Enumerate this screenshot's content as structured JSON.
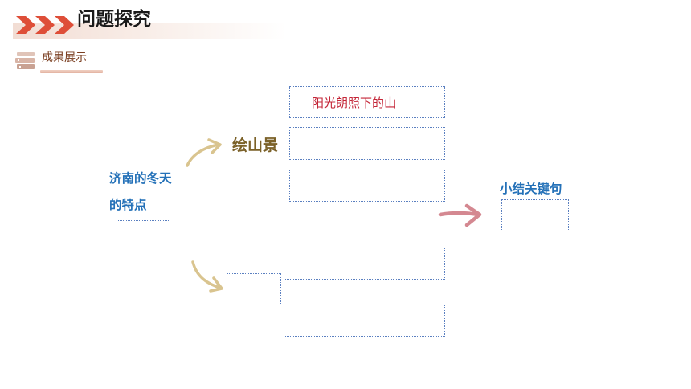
{
  "header": {
    "title": "问题探究",
    "arrows_icon": "triple-chevron-right-icon",
    "accent_color": "#de4e38"
  },
  "section": {
    "label": "成果展示",
    "icon": "books-icon"
  },
  "diagram": {
    "topic_line1": "济南的冬天",
    "topic_line2": "的特点",
    "branch_mountain": "绘山景",
    "mountain_box1_text": "阳光朗照下的山",
    "summary_label": "小结关键句",
    "colors": {
      "blue_text": "#2471b8",
      "brown_text": "#7b6128",
      "red_text": "#c42638",
      "box_border": "#5a7fc0",
      "arrow_tan": "#d9c48f",
      "arrow_pink": "#d48891"
    }
  }
}
